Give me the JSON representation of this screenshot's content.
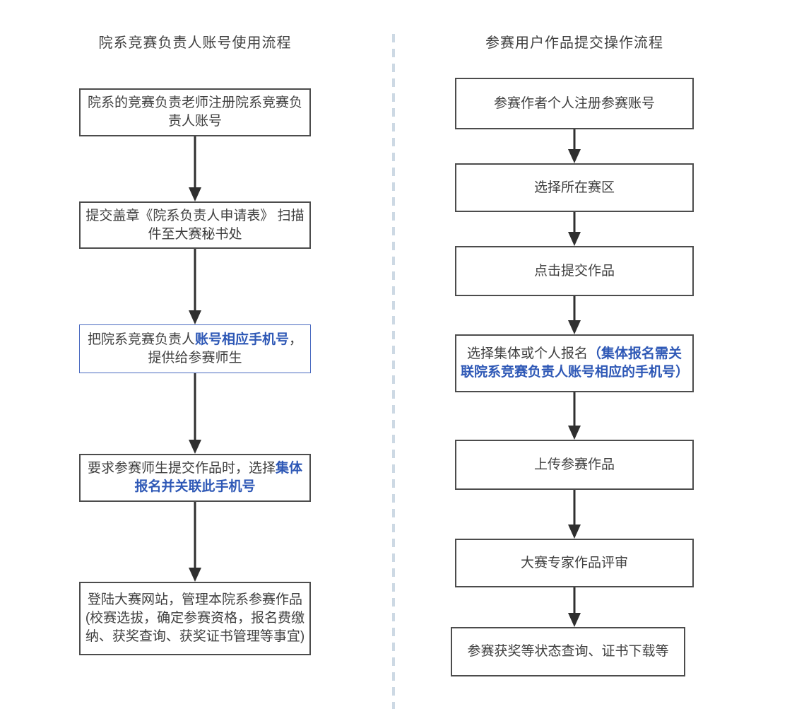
{
  "colors": {
    "box_border": "#4c4c4c",
    "text": "#3f3f3f",
    "highlight": "#2e58b6",
    "highlight_box_border": "#4a6ac0",
    "arrow": "#2f2f2f",
    "divider": "#cdd9e4",
    "bg": "#ffffff"
  },
  "left_flow": {
    "title": "院系竞赛负责人账号使用流程",
    "steps": [
      {
        "segments": [
          {
            "text": "院系的竞赛负责老师注册院系竞赛负责人账号",
            "highlight": false
          }
        ],
        "highlight_border": false
      },
      {
        "segments": [
          {
            "text": "提交盖章《院系负责人申请表》 扫描件至大赛秘书处",
            "highlight": false
          }
        ],
        "highlight_border": false
      },
      {
        "segments": [
          {
            "text": "把院系竞赛负责人",
            "highlight": false
          },
          {
            "text": "账号相应手机号",
            "highlight": true
          },
          {
            "text": "，提供给参赛师生",
            "highlight": false
          }
        ],
        "highlight_border": true
      },
      {
        "segments": [
          {
            "text": "要求参赛师生提交作品时，选择",
            "highlight": false
          },
          {
            "text": "集体报名并关联此手机号",
            "highlight": true
          }
        ],
        "highlight_border": false
      },
      {
        "segments": [
          {
            "text": "登陆大赛网站，管理本院系参赛作品(校赛选拔，确定参赛资格，报名费缴纳、获奖查询、获奖证书管理等事宜)",
            "highlight": false
          }
        ],
        "highlight_border": false
      }
    ]
  },
  "right_flow": {
    "title": "参赛用户作品提交操作流程",
    "steps": [
      {
        "segments": [
          {
            "text": "参赛作者个人注册参赛账号",
            "highlight": false
          }
        ],
        "highlight_border": false
      },
      {
        "segments": [
          {
            "text": "选择所在赛区",
            "highlight": false
          }
        ],
        "highlight_border": false
      },
      {
        "segments": [
          {
            "text": "点击提交作品",
            "highlight": false
          }
        ],
        "highlight_border": false
      },
      {
        "segments": [
          {
            "text": "选择集体或个人报名",
            "highlight": false
          },
          {
            "text": "（集体报名需关联院系竞赛负责人账号相应的手机号）",
            "highlight": true
          }
        ],
        "highlight_border": false
      },
      {
        "segments": [
          {
            "text": "上传参赛作品",
            "highlight": false
          }
        ],
        "highlight_border": false
      },
      {
        "segments": [
          {
            "text": "大赛专家作品评审",
            "highlight": false
          }
        ],
        "highlight_border": false
      },
      {
        "segments": [
          {
            "text": "参赛获奖等状态查询、证书下载等",
            "highlight": false
          }
        ],
        "highlight_border": false
      }
    ]
  }
}
